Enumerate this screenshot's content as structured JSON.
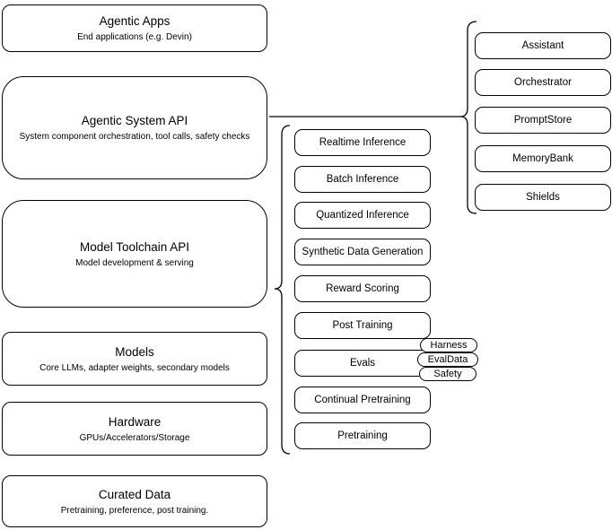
{
  "diagram": {
    "background_color": "#ffffff",
    "stroke_color": "#000000",
    "left_stack": [
      {
        "title": "Agentic Apps",
        "subtitle": "End applications (e.g. Devin)"
      },
      {
        "title": "Agentic System API",
        "subtitle": "System component orchestration, tool calls, safety checks"
      },
      {
        "title": "Model Toolchain API",
        "subtitle": "Model development & serving"
      },
      {
        "title": "Models",
        "subtitle": "Core LLMs, adapter weights, secondary models"
      },
      {
        "title": "Hardware",
        "subtitle": "GPUs/Accelerators/Storage"
      },
      {
        "title": "Curated Data",
        "subtitle": "Pretraining, preference, post training."
      }
    ],
    "toolchain_items": [
      "Realtime Inference",
      "Batch Inference",
      "Quantized Inference",
      "Synthetic Data Generation",
      "Reward Scoring",
      "Post Training",
      "Evals",
      "Continual Pretraining",
      "Pretraining"
    ],
    "eval_tags": [
      "Harness",
      "EvalData",
      "Safety"
    ],
    "system_items": [
      "Assistant",
      "Orchestrator",
      "PromptStore",
      "MemoryBank",
      "Shields"
    ]
  }
}
